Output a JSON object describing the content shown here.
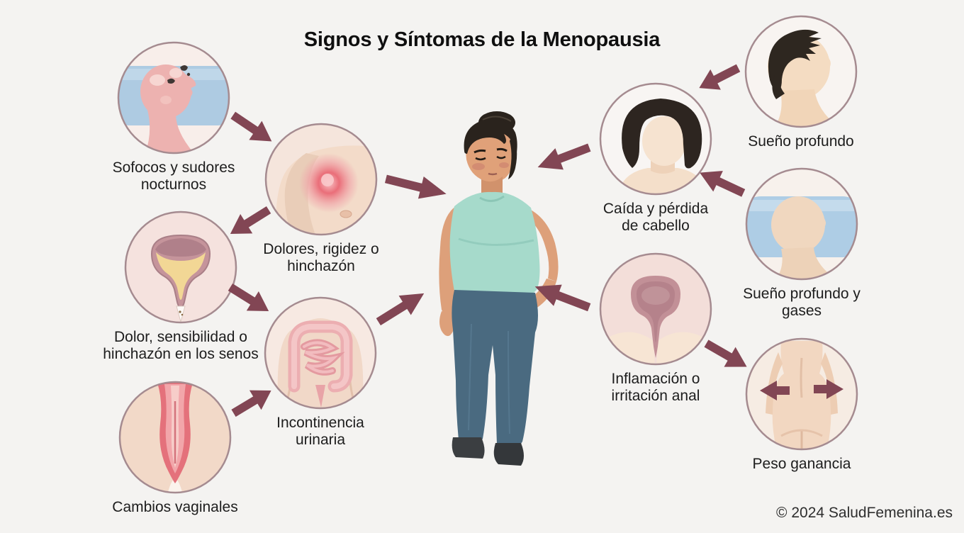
{
  "title": "Signos y Síntomas de la Menopausia",
  "footer": {
    "copyright": "© 2024 SaludFemenina.es"
  },
  "colors": {
    "background": "#f4f3f1",
    "arrow": "#824654",
    "circle_border": "#a58b90",
    "title_text": "#0f0f0f",
    "label_text": "#1d1d1d",
    "pillow_blue": "#aecde5",
    "pain_red": "#ea6e79",
    "tank_top_mint": "#a6dacb",
    "jeans_blue": "#4a6a80"
  },
  "center": {
    "icon": "menopausal-woman-illustration"
  },
  "symptoms": {
    "left": [
      {
        "id": "sofocos",
        "label": "Sofocos y sudores nocturnos",
        "icon": "night-sweats-icon"
      },
      {
        "id": "dolores",
        "label": "Dolores, rigidez o hinchazón",
        "icon": "shoulder-pain-icon"
      },
      {
        "id": "senos",
        "label": "Dolor, sensibilidad o hinchazón en los senos",
        "icon": "breast-tenderness-icon"
      },
      {
        "id": "incontinencia",
        "label": "Incontinencia urinaria",
        "icon": "intestines-icon"
      },
      {
        "id": "vaginales",
        "label": "Cambios vaginales",
        "icon": "vaginal-changes-icon"
      }
    ],
    "right": [
      {
        "id": "sueno-profundo",
        "label": "Sueño profundo",
        "icon": "hair-thinning-icon"
      },
      {
        "id": "caida-cabello",
        "label": "Caída y pérdida de cabello",
        "icon": "hair-loss-bob-icon"
      },
      {
        "id": "sueno-gases",
        "label": "Sueño profundo y gases",
        "icon": "sleeping-pillow-icon"
      },
      {
        "id": "inflamacion",
        "label": "Inflamación o irritación anal",
        "icon": "anal-irritation-icon"
      },
      {
        "id": "peso",
        "label": "Peso ganancia",
        "icon": "weight-gain-icon"
      }
    ]
  }
}
